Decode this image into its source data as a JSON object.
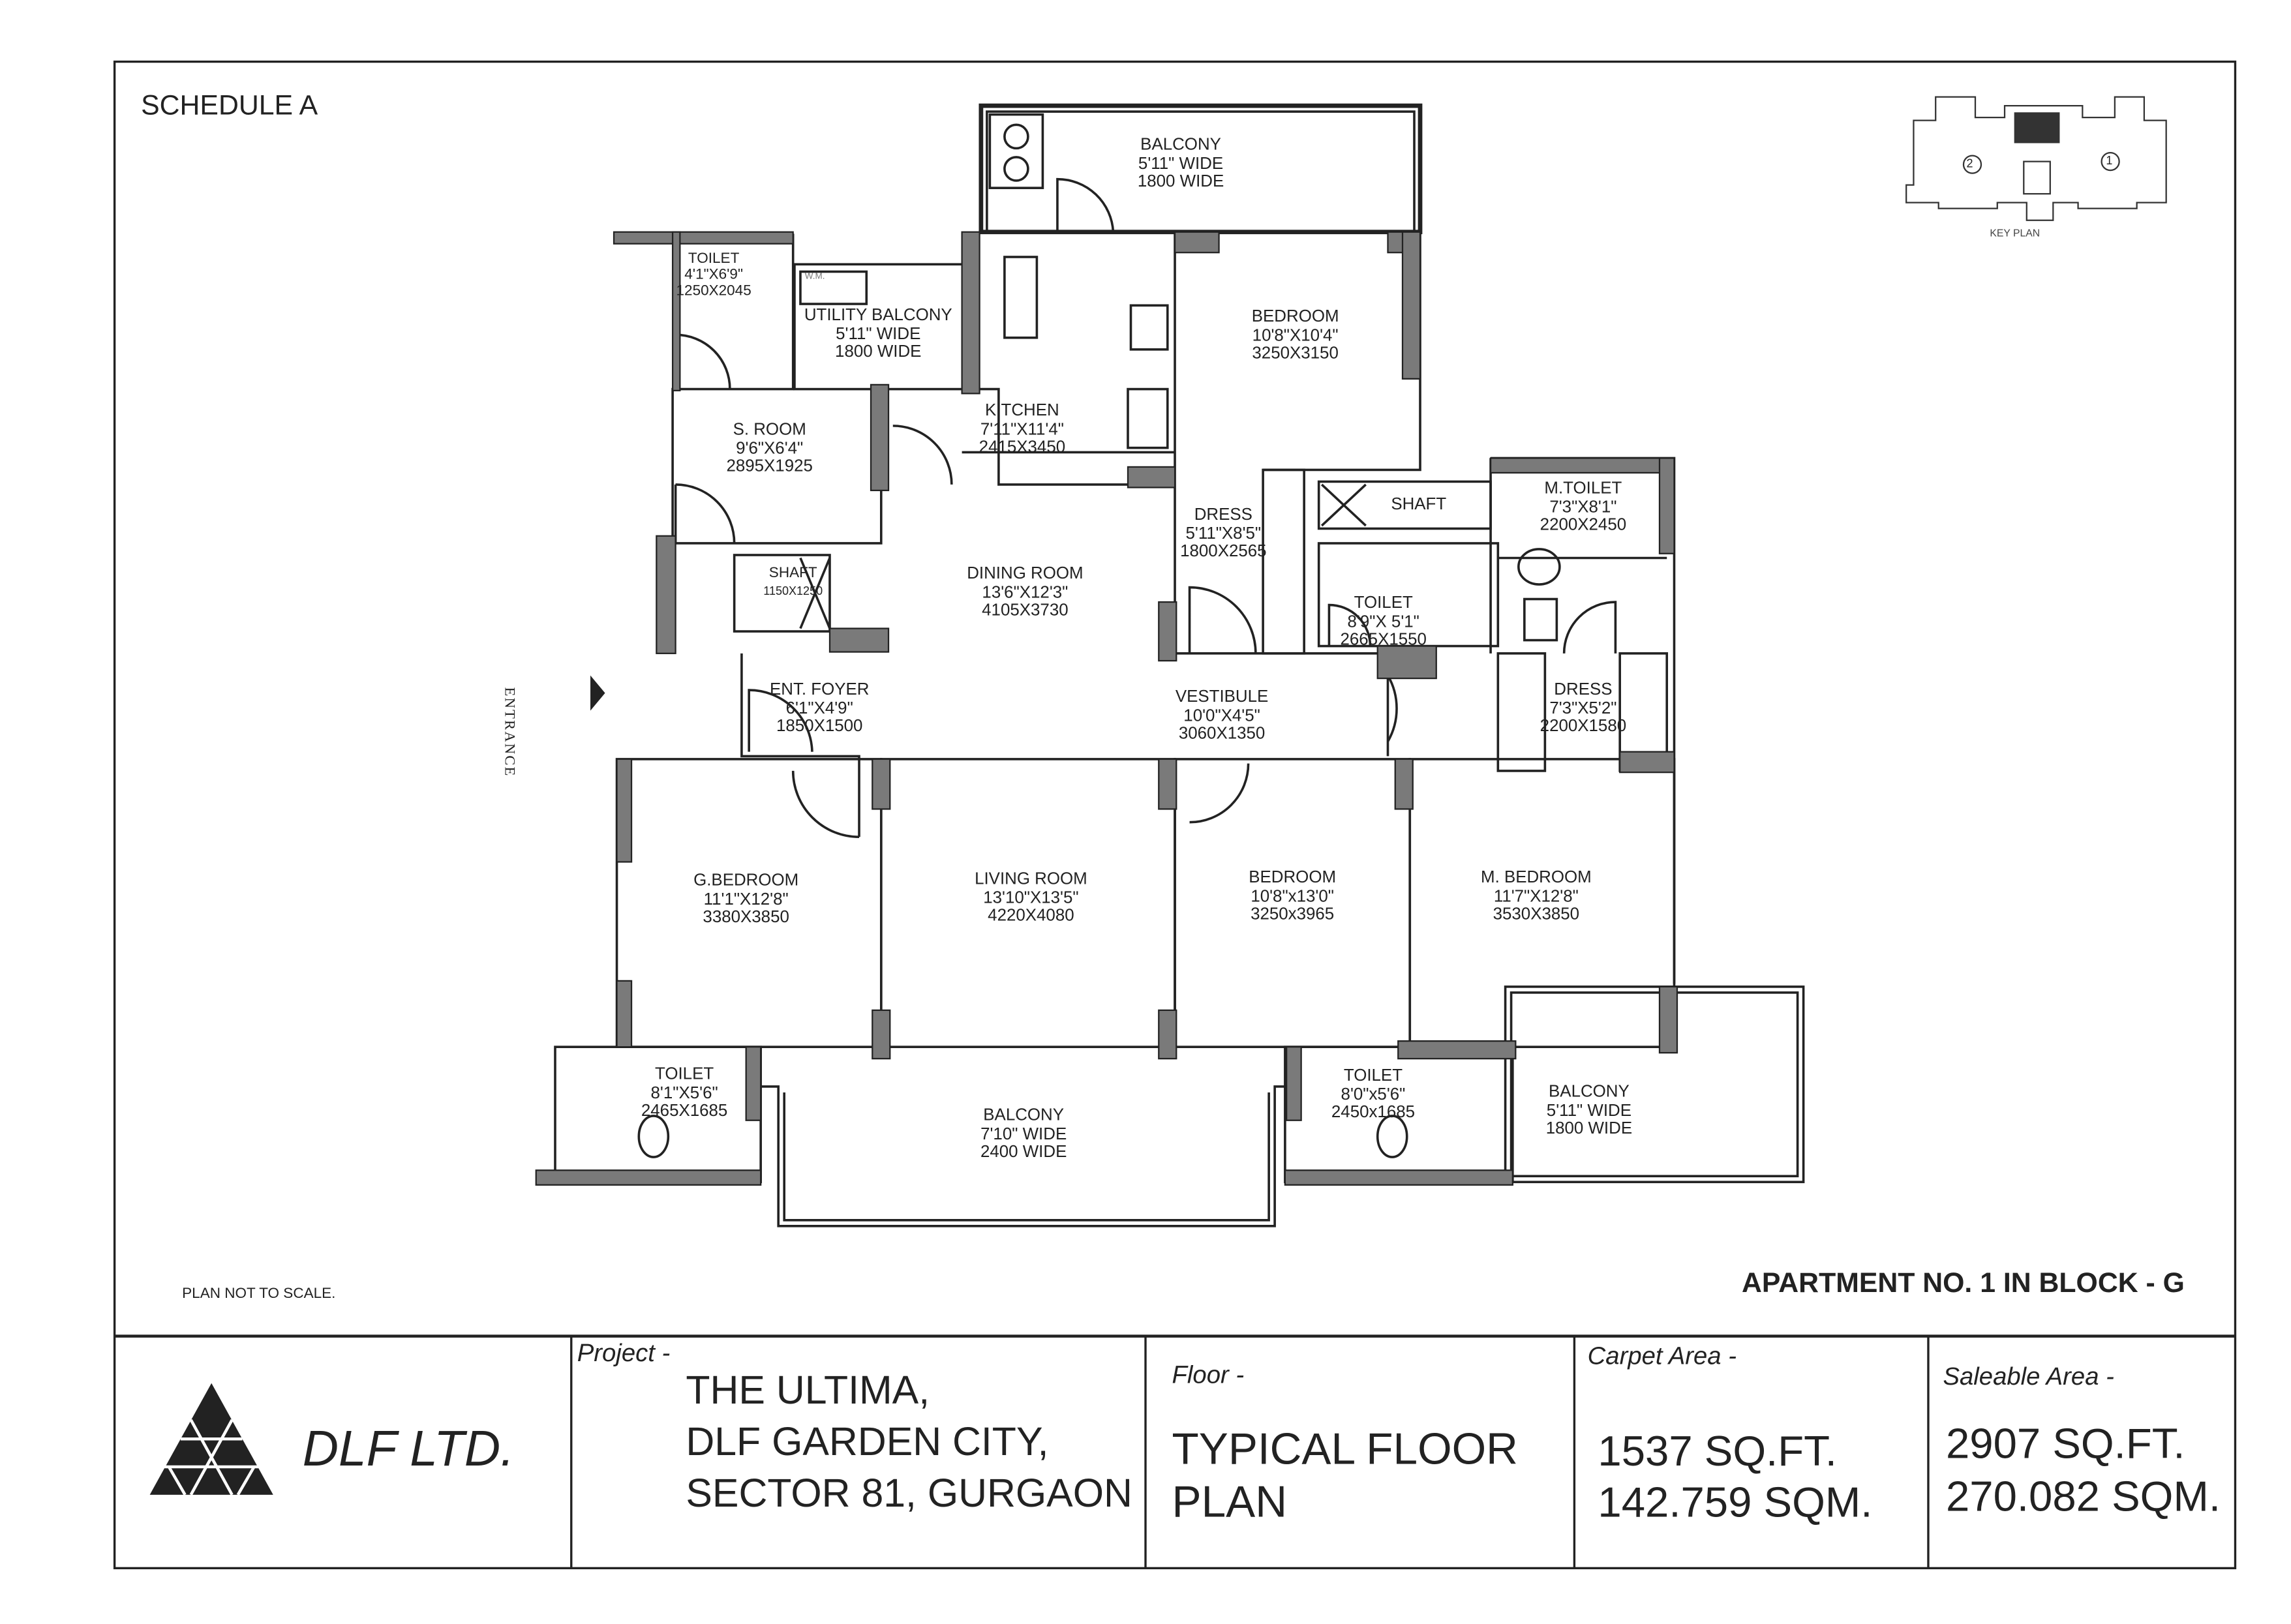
{
  "sheet": {
    "schedule": "SCHEDULE A",
    "apartment": "APARTMENT NO. 1 IN BLOCK -  G",
    "scale_note": "PLAN NOT TO SCALE.",
    "entrance": "ENTRANCE",
    "key_plan": {
      "label": "KEY PLAN",
      "unit_markers": [
        "2",
        "1"
      ]
    }
  },
  "rooms": {
    "balcony_top": {
      "name": "BALCONY",
      "d1": "5'11\" WIDE",
      "d2": "1800 WIDE"
    },
    "toilet_tl": {
      "name": "TOILET",
      "d1": "4'1\"X6'9\"",
      "d2": "1250X2045"
    },
    "utility": {
      "name": "UTILITY BALCONY",
      "d1": "5'11\" WIDE",
      "d2": "1800 WIDE",
      "wm": "W.M."
    },
    "kitchen": {
      "name": "KITCHEN",
      "d1": "7'11\"X11'4\"",
      "d2": "2415X3450"
    },
    "bedroom_top": {
      "name": "BEDROOM",
      "d1": "10'8\"X10'4\"",
      "d2": "3250X3150"
    },
    "s_room": {
      "name": "S. ROOM",
      "d1": "9'6\"X6'4\"",
      "d2": "2895X1925"
    },
    "shaft_left": {
      "name": "SHAFT",
      "d1": "1150X1250"
    },
    "dining": {
      "name": "DINING ROOM",
      "d1": "13'6\"X12'3\"",
      "d2": "4105X3730"
    },
    "dress_mid": {
      "name": "DRESS",
      "d1": "5'11\"X8'5\"",
      "d2": "1800X2565"
    },
    "shaft_right": {
      "name": "SHAFT"
    },
    "toilet_mid": {
      "name": "TOILET",
      "d1": "8'9\"X 5'1\"",
      "d2": "2665X1550"
    },
    "m_toilet": {
      "name": "M.TOILET",
      "d1": "7'3\"X8'1\"",
      "d2": "2200X2450"
    },
    "dress_right": {
      "name": "DRESS",
      "d1": "7'3\"X5'2\"",
      "d2": "2200X1580"
    },
    "foyer": {
      "name": "ENT. FOYER",
      "d1": "6'1\"X4'9\"",
      "d2": "1850X1500"
    },
    "vestibule": {
      "name": "VESTIBULE",
      "d1": "10'0\"X4'5\"",
      "d2": "3060X1350"
    },
    "g_bedroom": {
      "name": "G.BEDROOM",
      "d1": "11'1\"X12'8\"",
      "d2": "3380X3850"
    },
    "living": {
      "name": "LIVING ROOM",
      "d1": "13'10\"X13'5\"",
      "d2": "4220X4080"
    },
    "bedroom_bottom": {
      "name": "BEDROOM",
      "d1": "10'8\"x13'0\"",
      "d2": "3250x3965"
    },
    "m_bedroom": {
      "name": "M. BEDROOM",
      "d1": "11'7\"X12'8\"",
      "d2": "3530X3850"
    },
    "toilet_bl": {
      "name": "TOILET",
      "d1": "8'1\"X5'6\"",
      "d2": "2465X1685"
    },
    "balcony_bottom": {
      "name": "BALCONY",
      "d1": "7'10\" WIDE",
      "d2": "2400 WIDE"
    },
    "toilet_br": {
      "name": "TOILET",
      "d1": "8'0\"x5'6\"",
      "d2": "2450x1685"
    },
    "balcony_br": {
      "name": "BALCONY",
      "d1": "5'11\" WIDE",
      "d2": "1800 WIDE"
    }
  },
  "title_block": {
    "company": "DLF LTD.",
    "project_label": "Project -",
    "project_lines": [
      "THE ULTIMA,",
      "DLF GARDEN CITY,",
      "SECTOR 81, GURGAON"
    ],
    "floor_label": "Floor -",
    "floor_lines": [
      "TYPICAL FLOOR",
      "PLAN"
    ],
    "carpet_label": "Carpet Area -",
    "carpet_lines": [
      "1537 SQ.FT.",
      "142.759 SQM."
    ],
    "saleable_label": "Saleable Area -",
    "saleable_lines": [
      "2907 SQ.FT.",
      "270.082 SQM."
    ]
  },
  "colors": {
    "wall_fill": "#7a7a7a",
    "line": "#222222"
  }
}
